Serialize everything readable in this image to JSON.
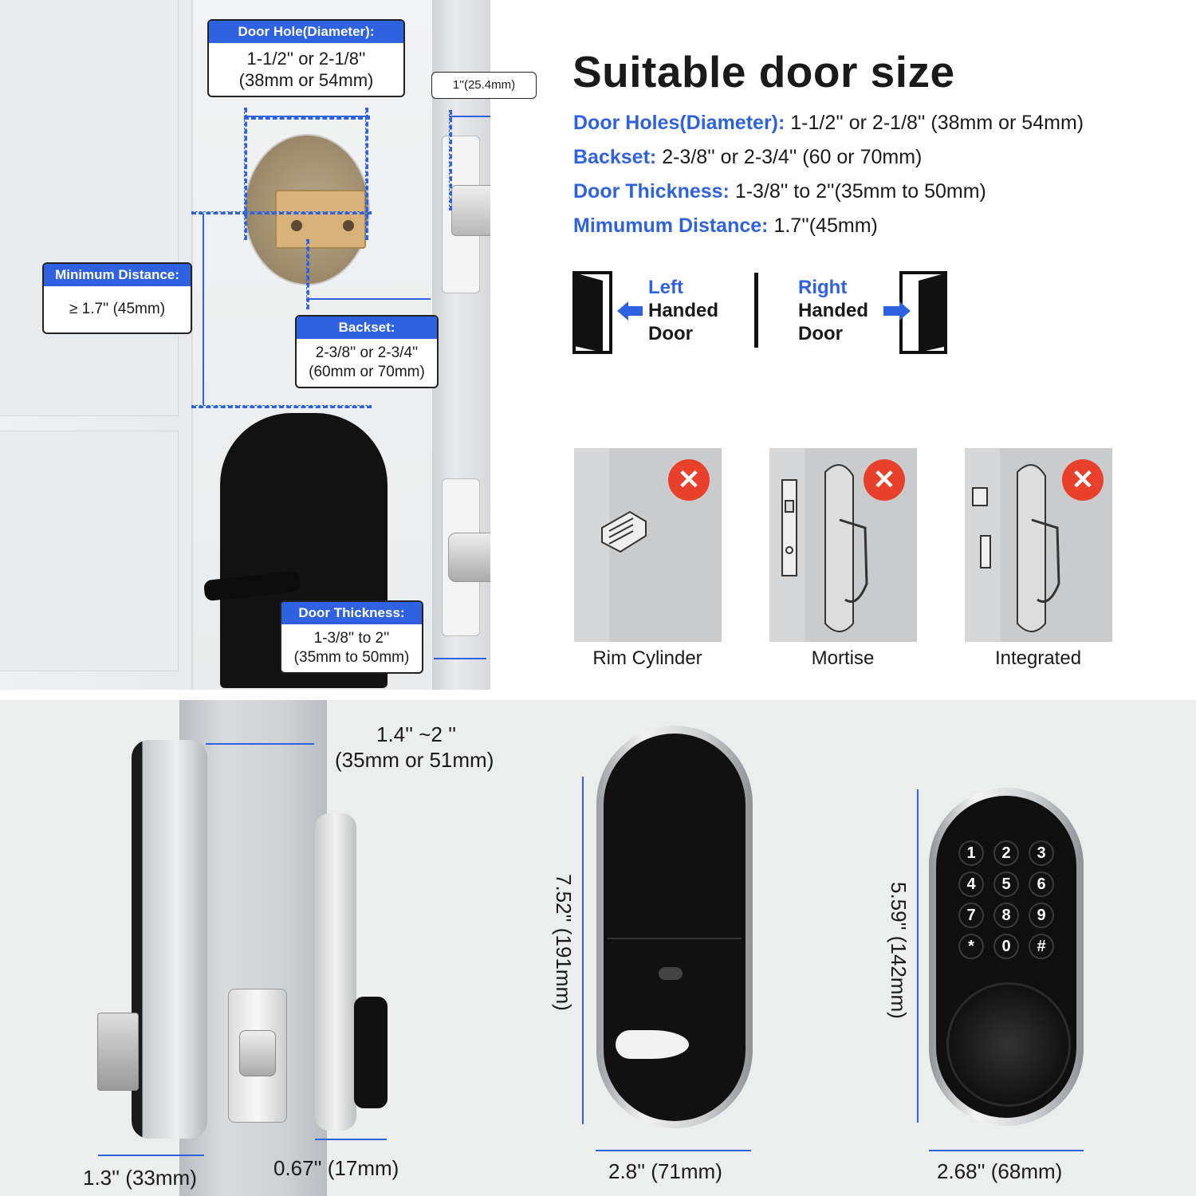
{
  "heading": "Suitable door size",
  "specs": [
    {
      "key": "Door Holes(Diameter):",
      "value": "1-1/2'' or 2-1/8'' (38mm or 54mm)"
    },
    {
      "key": "Backset:",
      "value": "2-3/8'' or 2-3/4'' (60 or 70mm)"
    },
    {
      "key": "Door Thickness:",
      "value": "1-3/8''  to 2''(35mm to 50mm)"
    },
    {
      "key": "Mimumum Distance:",
      "value": "1.7''(45mm)"
    }
  ],
  "handedness": {
    "left": {
      "line1": "Left",
      "line2": "Handed",
      "line3": "Door"
    },
    "right": {
      "line1": "Right",
      "line2": "Handed",
      "line3": "Door"
    }
  },
  "incompatible": [
    {
      "label": "Rim Cylinder",
      "badge": "✕"
    },
    {
      "label": "Mortise",
      "badge": "✕"
    },
    {
      "label": "Integrated",
      "badge": "✕"
    }
  ],
  "callouts": {
    "door_hole": {
      "title": "Door Hole(Diameter):",
      "line1": "1-1/2'' or 2-1/8''",
      "line2": "(38mm or 54mm)"
    },
    "min_distance": {
      "title": "Minimum Distance:",
      "line1": "≥ 1.7'' (45mm)"
    },
    "backset": {
      "title": "Backset:",
      "line1": "2-3/8'' or 2-3/4''",
      "line2": "(60mm or 70mm)"
    },
    "thickness": {
      "title": "Door Thickness:",
      "line1": "1-3/8'' to 2''",
      "line2": "(35mm to 50mm)"
    },
    "plate": {
      "line1": "1''(25.4mm)"
    }
  },
  "dimensions": {
    "door_range_line1": "1.4'' ~2 ''",
    "door_range_line2": "(35mm or 51mm)",
    "interior_depth": "1.3'' (33mm)",
    "exterior_depth": "0.67'' (17mm)",
    "interior_height": "7.52'' (191mm)",
    "interior_width": "2.8'' (71mm)",
    "keypad_height": "5.59'' (142mm)",
    "keypad_width": "2.68'' (68mm)"
  },
  "keypad": [
    "1",
    "2",
    "3",
    "4",
    "5",
    "6",
    "7",
    "8",
    "9",
    "*",
    "0",
    "#"
  ],
  "colors": {
    "accent": "#2f62e0",
    "danger": "#e9402c",
    "lock_body": "#111111"
  }
}
